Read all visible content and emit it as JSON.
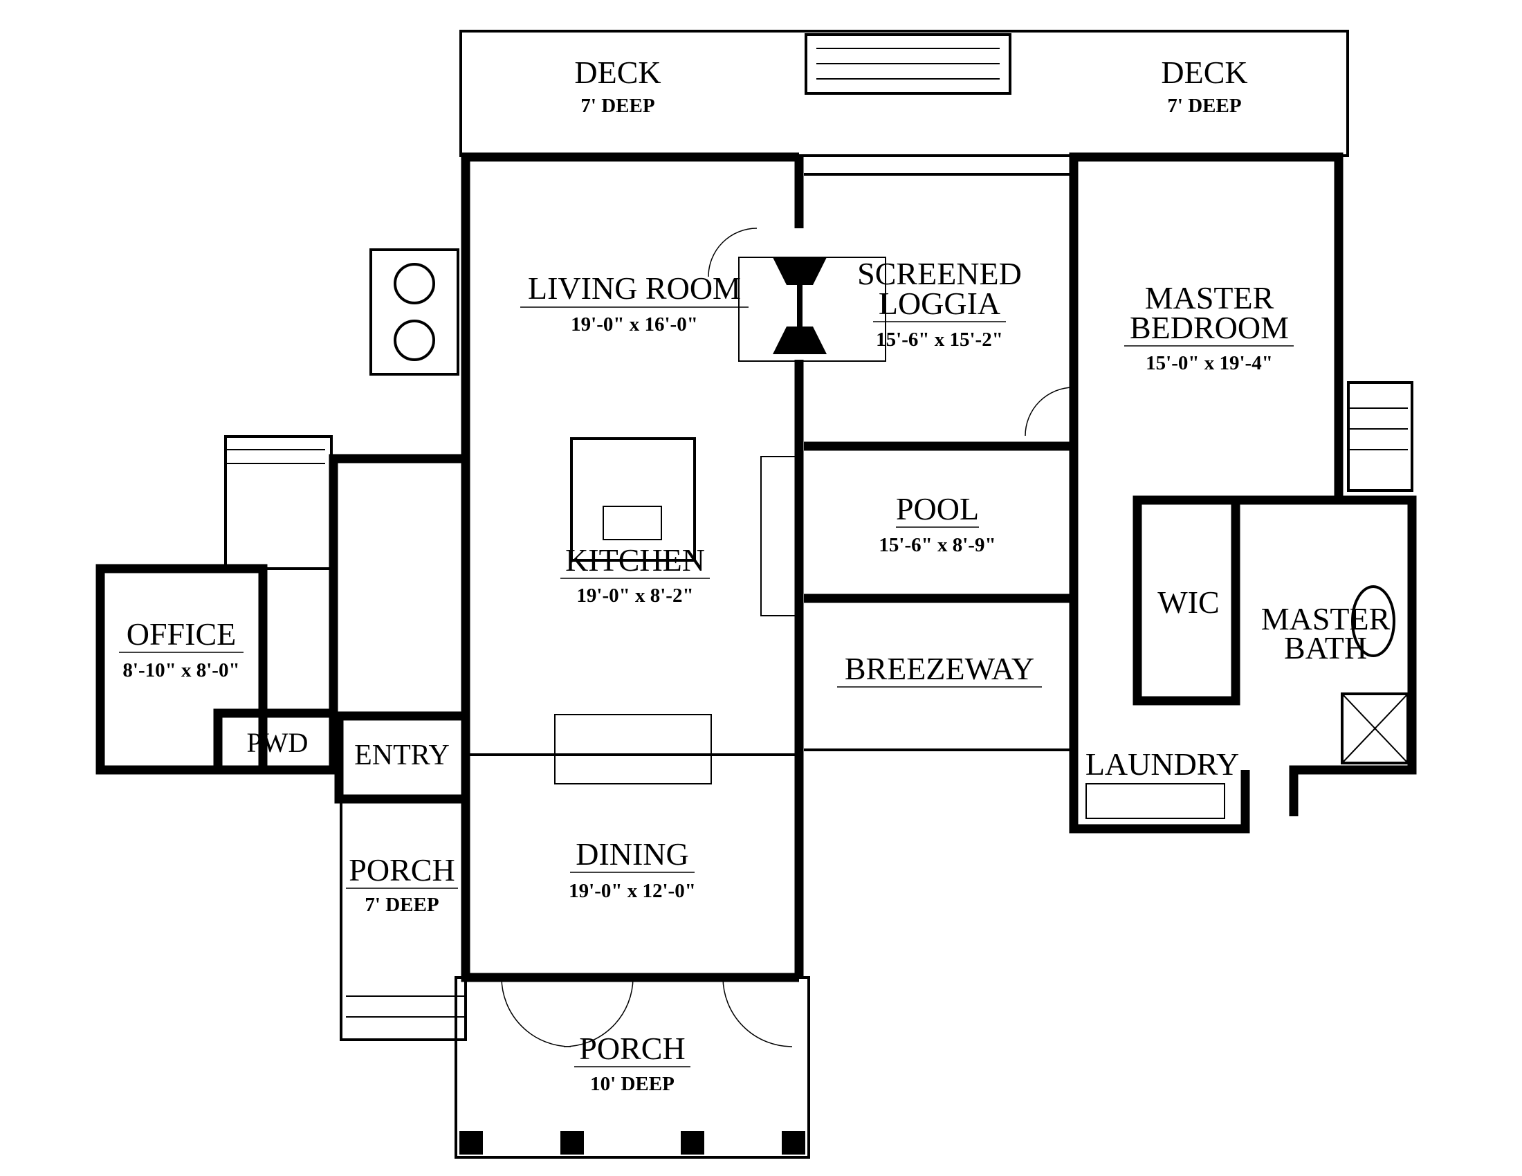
{
  "rooms": {
    "deck_left": {
      "name": "DECK",
      "dims": "7' DEEP"
    },
    "deck_right": {
      "name": "DECK",
      "dims": "7' DEEP"
    },
    "living_room": {
      "name": "LIVING ROOM",
      "dims": "19'-0\" x 16'-0\""
    },
    "screened_loggia": {
      "name_line1": "SCREENED",
      "name_line2": "LOGGIA",
      "dims": "15'-6\" x 15'-2\""
    },
    "master_bedroom": {
      "name_line1": "MASTER",
      "name_line2": "BEDROOM",
      "dims": "15'-0\" x 19'-4\""
    },
    "kitchen": {
      "name": "KITCHEN",
      "dims": "19'-0\" x 8'-2\""
    },
    "pool": {
      "name": "POOL",
      "dims": "15'-6\" x 8'-9\""
    },
    "breezeway": {
      "name": "BREEZEWAY"
    },
    "wic": {
      "name": "WIC"
    },
    "master_bath": {
      "name_line1": "MASTER",
      "name_line2": "BATH"
    },
    "laundry": {
      "name": "LAUNDRY"
    },
    "office": {
      "name": "OFFICE",
      "dims": "8'-10\" x 8'-0\""
    },
    "pwd": {
      "name": "PWD"
    },
    "entry": {
      "name": "ENTRY"
    },
    "side_porch": {
      "name": "PORCH",
      "dims": "7' DEEP"
    },
    "dining": {
      "name": "DINING",
      "dims": "19'-0\" x 12'-0\""
    },
    "front_porch": {
      "name": "PORCH",
      "dims": "10' DEEP"
    }
  },
  "colors": {
    "line": "#000000",
    "background": "#ffffff"
  }
}
